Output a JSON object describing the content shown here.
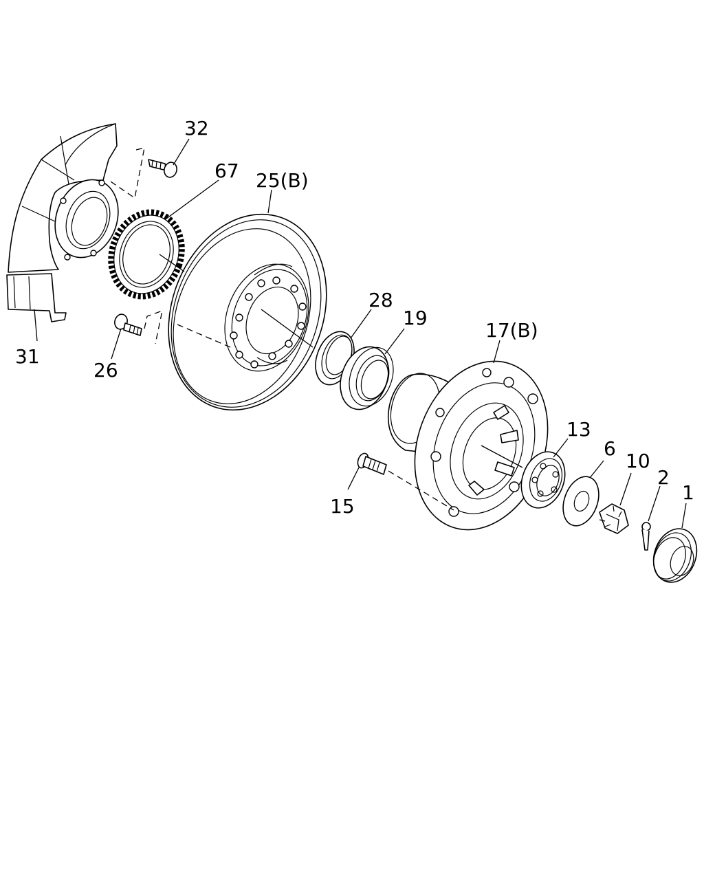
{
  "callouts": {
    "c32": "32",
    "c67": "67",
    "c25": "25(B)",
    "c31": "31",
    "c26": "26",
    "c28": "28",
    "c19": "19",
    "c17": "17(B)",
    "c13": "13",
    "c6": "6",
    "c10": "10",
    "c2": "2",
    "c1": "1",
    "c15": "15"
  },
  "colors": {
    "line": "#000000",
    "background": "#ffffff"
  }
}
